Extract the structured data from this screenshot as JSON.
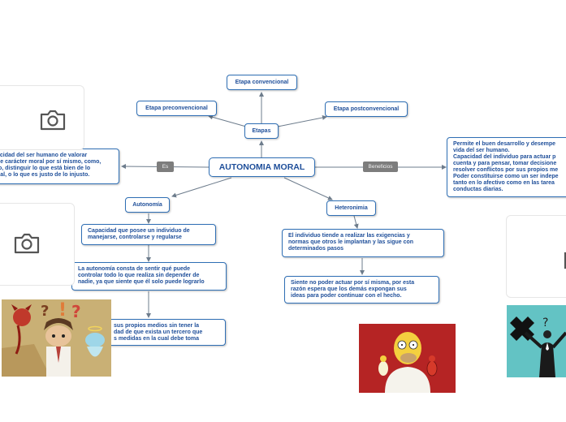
{
  "central": "AUTONOMIA MORAL",
  "etapas": {
    "label": "Etapas",
    "convencional": "Etapa convencional",
    "preconvencional": "Etapa preconvencional",
    "postconvencional": "Etapa postconvencional"
  },
  "es": {
    "tag": "Es",
    "text": "acidad del ser humano de valorar\nde carácter moral por sí mismo, como,\nlo, distinguir lo que está bien de lo\nnal, o lo que es justo de lo injusto."
  },
  "beneficios": {
    "tag": "Beneficios",
    "text": "Permite el buen desarrollo y desempe\nvida del ser humano.\nCapacidad del individuo para actuar p\ncuenta y para pensar, tomar decisione\nresolver conflictos por sus propios me\nPoder constituirse como un ser indepe\ntanto en lo afectivo como en las tarea\nconductas diarias."
  },
  "autonomia": {
    "label": "Autonomía",
    "t1": "Capacidad que posee un individuo de\nmanejarse, controlarse y regularse",
    "t2": "La autonomía consta de sentir qué puede\ncontrolar todo lo que realiza sin depender de\nnadie, ya que siente que él solo puede lograrlo",
    "t3": "sus propios medios sin tener la\ndad de que exista un tercero que\ns medidas en la cual debe toma"
  },
  "heteronomia": {
    "label": "Heteronimia",
    "t1": "El individuo tiende a realizar las exigencias y\nnormas que otros le implantan y las sigue con\ndeterminados pasos",
    "t2": "Siente no poder actuar por sí misma, por esta\nrazón espera que los demás expongan sus\nideas para poder continuar con el hecho."
  },
  "colors": {
    "node_border": "#2f6fb5",
    "node_text": "#1f4f9a",
    "link": "#6d7c8c",
    "tag_bg": "#7d7d7d"
  },
  "icons": [
    "camera-icon",
    "camera-icon",
    "cross-icon",
    "question-icon"
  ]
}
